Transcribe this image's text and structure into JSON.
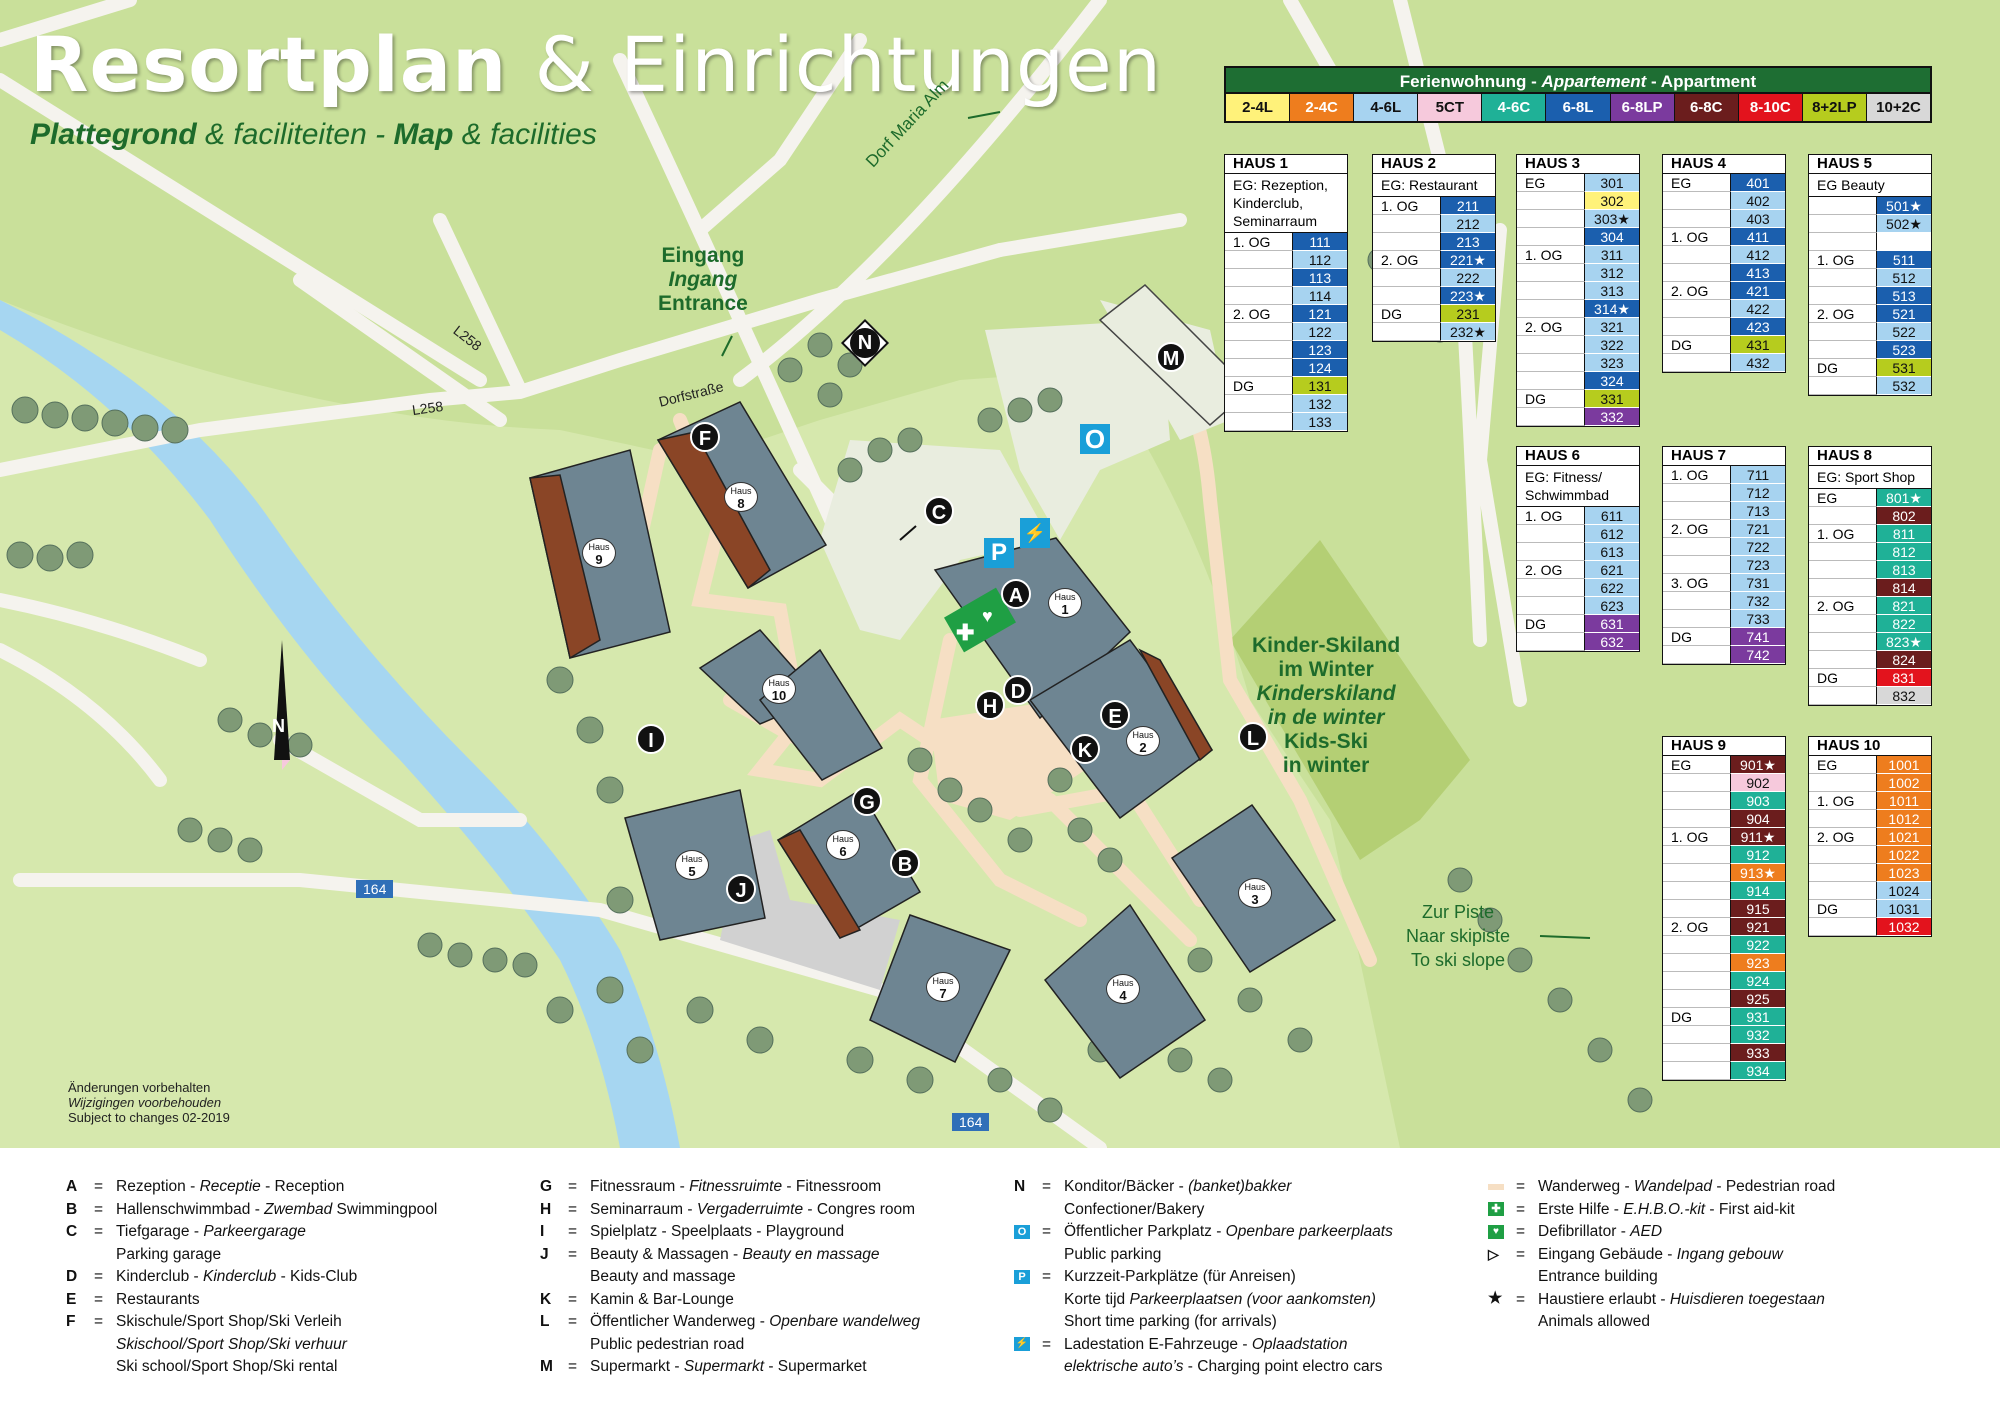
{
  "title": {
    "bold": "Resortplan",
    "light": "& Einrichtungen"
  },
  "subtitle": {
    "p1": "Plattegrond",
    "p2": "& faciliteiten - ",
    "p3": "Map",
    "p4": "& facilities"
  },
  "labels": {
    "entrance": [
      "Eingang",
      "Ingang",
      "Entrance"
    ],
    "dorf": "Dorf Maria Alm",
    "dorfstrasse": "Dorfstraße",
    "l258a": "L258",
    "l258b": "L258",
    "road164a": "164",
    "road164b": "164",
    "kids": [
      "Kinder-Skiland",
      "im Winter",
      "Kinderskiland",
      "in de winter",
      "Kids-Ski",
      "in winter"
    ],
    "piste": [
      "Zur Piste",
      "Naar skipiste",
      "To ski slope"
    ],
    "changes": [
      "Änderungen vorbehalten",
      "Wijzigingen voorbehouden",
      "Subject to changes 02-2019"
    ],
    "compass": "N",
    "haus_prefix": "Haus"
  },
  "markers": [
    "A",
    "B",
    "C",
    "D",
    "E",
    "F",
    "G",
    "H",
    "I",
    "J",
    "K",
    "L",
    "M",
    "N",
    "O",
    "P"
  ],
  "houses": [
    "1",
    "2",
    "3",
    "4",
    "5",
    "6",
    "7",
    "8",
    "9",
    "10"
  ],
  "ferien": {
    "header": [
      "Ferienwohnung - ",
      "Appartement",
      " - Appartment"
    ],
    "types": [
      {
        "label": "2-4L",
        "color": "#fff27a",
        "text": "#111"
      },
      {
        "label": "2-4C",
        "color": "#ee7d1e",
        "text": "#fff"
      },
      {
        "label": "4-6L",
        "color": "#a7d3f0",
        "text": "#111"
      },
      {
        "label": "5CT",
        "color": "#f6c9dc",
        "text": "#111"
      },
      {
        "label": "4-6C",
        "color": "#1fb197",
        "text": "#fff"
      },
      {
        "label": "6-8L",
        "color": "#1b5fae",
        "text": "#fff"
      },
      {
        "label": "6-8LP",
        "color": "#7b3a9e",
        "text": "#fff"
      },
      {
        "label": "6-8C",
        "color": "#6b1d1d",
        "text": "#fff"
      },
      {
        "label": "8-10C",
        "color": "#e3131d",
        "text": "#fff"
      },
      {
        "label": "8+2LP",
        "color": "#b6cc1e",
        "text": "#111"
      },
      {
        "label": "10+2C",
        "color": "#d8d8d8",
        "text": "#111"
      }
    ]
  },
  "haus_tables": [
    {
      "title": "HAUS 1",
      "note": "EG: Rezeption, Kinderclub, Seminarraum",
      "rows": [
        [
          "1. OG",
          "111",
          "6-8L"
        ],
        [
          "",
          "112",
          "4-6L"
        ],
        [
          "",
          "113",
          "6-8L"
        ],
        [
          "",
          "114",
          "4-6L"
        ],
        [
          "2. OG",
          "121",
          "6-8L"
        ],
        [
          "",
          "122",
          "4-6L"
        ],
        [
          "",
          "123",
          "6-8L"
        ],
        [
          "",
          "124",
          "6-8L"
        ],
        [
          "DG",
          "131",
          "8+2LP"
        ],
        [
          "",
          "132",
          "4-6L"
        ],
        [
          "",
          "133",
          "4-6L"
        ]
      ]
    },
    {
      "title": "HAUS 2",
      "note": "EG: Restaurant",
      "rows": [
        [
          "1. OG",
          "211",
          "6-8L"
        ],
        [
          "",
          "212",
          "4-6L"
        ],
        [
          "",
          "213",
          "6-8L"
        ],
        [
          "2. OG",
          "221★",
          "6-8L"
        ],
        [
          "",
          "222",
          "4-6L"
        ],
        [
          "",
          "223★",
          "6-8L"
        ],
        [
          "DG",
          "231",
          "8+2LP"
        ],
        [
          "",
          "232★",
          "4-6L"
        ]
      ]
    },
    {
      "title": "HAUS 3",
      "note": "",
      "rows": [
        [
          "EG",
          "301",
          "4-6L"
        ],
        [
          "",
          "302",
          "2-4L"
        ],
        [
          "",
          "303★",
          "4-6L"
        ],
        [
          "",
          "304",
          "6-8L"
        ],
        [
          "1. OG",
          "311",
          "4-6L"
        ],
        [
          "",
          "312",
          "4-6L"
        ],
        [
          "",
          "313",
          "4-6L"
        ],
        [
          "",
          "314★",
          "6-8L"
        ],
        [
          "2. OG",
          "321",
          "4-6L"
        ],
        [
          "",
          "322",
          "4-6L"
        ],
        [
          "",
          "323",
          "4-6L"
        ],
        [
          "",
          "324",
          "6-8L"
        ],
        [
          "DG",
          "331",
          "8+2LP"
        ],
        [
          "",
          "332",
          "6-8LP"
        ]
      ]
    },
    {
      "title": "HAUS 4",
      "note": "",
      "rows": [
        [
          "EG",
          "401",
          "6-8L"
        ],
        [
          "",
          "402",
          "4-6L"
        ],
        [
          "",
          "403",
          "4-6L"
        ],
        [
          "1. OG",
          "411",
          "6-8L"
        ],
        [
          "",
          "412",
          "4-6L"
        ],
        [
          "",
          "413",
          "6-8L"
        ],
        [
          "2. OG",
          "421",
          "6-8L"
        ],
        [
          "",
          "422",
          "4-6L"
        ],
        [
          "",
          "423",
          "6-8L"
        ],
        [
          "DG",
          "431",
          "8+2LP"
        ],
        [
          "",
          "432",
          "4-6L"
        ]
      ]
    },
    {
      "title": "HAUS 5",
      "note": "EG Beauty",
      "rows": [
        [
          "",
          "501★",
          "6-8L"
        ],
        [
          "",
          "502★",
          "4-6L"
        ],
        [
          "",
          "",
          ""
        ],
        [
          "1. OG",
          "511",
          "6-8L"
        ],
        [
          "",
          "512",
          "4-6L"
        ],
        [
          "",
          "513",
          "6-8L"
        ],
        [
          "2. OG",
          "521",
          "6-8L"
        ],
        [
          "",
          "522",
          "4-6L"
        ],
        [
          "",
          "523",
          "6-8L"
        ],
        [
          "DG",
          "531",
          "8+2LP"
        ],
        [
          "",
          "532",
          "4-6L"
        ]
      ]
    },
    {
      "title": "HAUS 6",
      "note": "EG: Fitness/ Schwimmbad",
      "rows": [
        [
          "1. OG",
          "611",
          "4-6L"
        ],
        [
          "",
          "612",
          "4-6L"
        ],
        [
          "",
          "613",
          "4-6L"
        ],
        [
          "2. OG",
          "621",
          "4-6L"
        ],
        [
          "",
          "622",
          "4-6L"
        ],
        [
          "",
          "623",
          "4-6L"
        ],
        [
          "DG",
          "631",
          "6-8LP"
        ],
        [
          "",
          "632",
          "6-8LP"
        ]
      ]
    },
    {
      "title": "HAUS 7",
      "note": "",
      "rows": [
        [
          "1. OG",
          "711",
          "4-6L"
        ],
        [
          "",
          "712",
          "4-6L"
        ],
        [
          "",
          "713",
          "4-6L"
        ],
        [
          "2. OG",
          "721",
          "4-6L"
        ],
        [
          "",
          "722",
          "4-6L"
        ],
        [
          "",
          "723",
          "4-6L"
        ],
        [
          "3. OG",
          "731",
          "4-6L"
        ],
        [
          "",
          "732",
          "4-6L"
        ],
        [
          "",
          "733",
          "4-6L"
        ],
        [
          "DG",
          "741",
          "6-8LP"
        ],
        [
          "",
          "742",
          "6-8LP"
        ]
      ]
    },
    {
      "title": "HAUS 8",
      "note": "EG: Sport Shop",
      "rows": [
        [
          "EG",
          "801★",
          "4-6C"
        ],
        [
          "",
          "802",
          "6-8C"
        ],
        [
          "1. OG",
          "811",
          "4-6C"
        ],
        [
          "",
          "812",
          "4-6C"
        ],
        [
          "",
          "813",
          "4-6C"
        ],
        [
          "",
          "814",
          "6-8C"
        ],
        [
          "2. OG",
          "821",
          "4-6C"
        ],
        [
          "",
          "822",
          "4-6C"
        ],
        [
          "",
          "823★",
          "4-6C"
        ],
        [
          "",
          "824",
          "6-8C"
        ],
        [
          "DG",
          "831",
          "8-10C"
        ],
        [
          "",
          "832",
          "10+2C"
        ]
      ]
    },
    {
      "title": "HAUS 9",
      "note": "",
      "rows": [
        [
          "EG",
          "901★",
          "6-8C"
        ],
        [
          "",
          "902",
          "5CT"
        ],
        [
          "",
          "903",
          "4-6C"
        ],
        [
          "",
          "904",
          "6-8C"
        ],
        [
          "1. OG",
          "911★",
          "6-8C"
        ],
        [
          "",
          "912",
          "4-6C"
        ],
        [
          "",
          "913★",
          "2-4C"
        ],
        [
          "",
          "914",
          "4-6C"
        ],
        [
          "",
          "915",
          "6-8C"
        ],
        [
          "2. OG",
          "921",
          "6-8C"
        ],
        [
          "",
          "922",
          "4-6C"
        ],
        [
          "",
          "923",
          "2-4C"
        ],
        [
          "",
          "924",
          "4-6C"
        ],
        [
          "",
          "925",
          "6-8C"
        ],
        [
          "DG",
          "931",
          "4-6C"
        ],
        [
          "",
          "932",
          "4-6C"
        ],
        [
          "",
          "933",
          "6-8C"
        ],
        [
          "",
          "934",
          "4-6C"
        ]
      ]
    },
    {
      "title": "HAUS 10",
      "note": "",
      "rows": [
        [
          "EG",
          "1001",
          "2-4C"
        ],
        [
          "",
          "1002",
          "2-4C"
        ],
        [
          "1. OG",
          "1011",
          "2-4C"
        ],
        [
          "",
          "1012",
          "2-4C"
        ],
        [
          "2. OG",
          "1021",
          "2-4C"
        ],
        [
          "",
          "1022",
          "2-4C"
        ],
        [
          "",
          "1023",
          "2-4C"
        ],
        [
          "",
          "1024",
          "4-6L"
        ],
        [
          "DG",
          "1031",
          "4-6L"
        ],
        [
          "",
          "1032",
          "8-10C"
        ]
      ]
    }
  ],
  "legend": [
    [
      {
        "k": "A",
        "lines": [
          [
            "Rezeption - ",
            "Receptie",
            " - Reception"
          ]
        ]
      },
      {
        "k": "B",
        "lines": [
          [
            "Hallenschwimmbad - ",
            "Zwembad",
            "  Swimmingpool"
          ]
        ]
      },
      {
        "k": "C",
        "lines": [
          [
            "Tiefgarage - ",
            "Parkeergarage",
            ""
          ],
          [
            "Parking garage",
            "",
            ""
          ]
        ]
      },
      {
        "k": "D",
        "lines": [
          [
            "Kinderclub - ",
            "Kinderclub",
            " - Kids-Club"
          ]
        ]
      },
      {
        "k": "E",
        "lines": [
          [
            "Restaurants",
            "",
            ""
          ]
        ]
      },
      {
        "k": "F",
        "lines": [
          [
            "Skischule/Sport Shop/Ski Verleih",
            "",
            ""
          ],
          [
            "",
            "Skischool/Sport Shop/Ski verhuur",
            ""
          ],
          [
            "Ski school/Sport Shop/Ski rental",
            "",
            ""
          ]
        ]
      }
    ],
    [
      {
        "k": "G",
        "lines": [
          [
            "Fitnessraum - ",
            "Fitnessruimte",
            " - Fitnessroom"
          ]
        ]
      },
      {
        "k": "H",
        "lines": [
          [
            "Seminarraum - ",
            "Vergaderruimte",
            " - Congres room"
          ]
        ]
      },
      {
        "k": "I",
        "lines": [
          [
            "Spielplatz - Speelplaats - Playground",
            "",
            ""
          ]
        ]
      },
      {
        "k": "J",
        "lines": [
          [
            "Beauty & Massagen - ",
            "Beauty en massage",
            ""
          ],
          [
            "Beauty and massage",
            "",
            ""
          ]
        ]
      },
      {
        "k": "K",
        "lines": [
          [
            "Kamin & Bar-Lounge",
            "",
            ""
          ]
        ]
      },
      {
        "k": "L",
        "lines": [
          [
            "Öffentlicher Wanderweg - ",
            "Openbare wandelweg",
            ""
          ],
          [
            "Public pedestrian road",
            "",
            ""
          ]
        ]
      },
      {
        "k": "M",
        "lines": [
          [
            "Supermarkt - ",
            "Supermarkt",
            " - Supermarket"
          ]
        ]
      }
    ],
    [
      {
        "k": "N",
        "lines": [
          [
            "Konditor/Bäcker - ",
            "(banket)bakker",
            ""
          ],
          [
            "Confectioner/Bakery",
            "",
            ""
          ]
        ]
      },
      {
        "k": "O",
        "icon": "public-parking-icon",
        "lines": [
          [
            "Öffentlicher Parkplatz - ",
            "Openbare parkeerplaats",
            ""
          ],
          [
            "Public parking",
            "",
            ""
          ]
        ]
      },
      {
        "k": "P",
        "icon": "short-parking-icon",
        "lines": [
          [
            "Kurzzeit-Parkplätze (für Anreisen)",
            "",
            ""
          ],
          [
            "Korte tijd ",
            "Parkeerplaatsen (voor aankomsten)",
            ""
          ],
          [
            "Short time parking (for arrivals)",
            "",
            ""
          ]
        ]
      },
      {
        "k": "",
        "icon": "charging-icon",
        "lines": [
          [
            "Ladestation E-Fahrzeuge - ",
            "Oplaadstation",
            ""
          ],
          [
            "",
            "elektrische auto’s",
            " - Charging point electro cars"
          ]
        ]
      }
    ],
    [
      {
        "k": "",
        "icon": "path-icon",
        "lines": [
          [
            "Wanderweg - ",
            "Wandelpad",
            " - Pedestrian road"
          ]
        ]
      },
      {
        "k": "",
        "icon": "firstaid-icon",
        "lines": [
          [
            "Erste Hilfe - ",
            "E.H.B.O.-kit",
            " - First aid-kit"
          ]
        ]
      },
      {
        "k": "",
        "icon": "aed-icon",
        "lines": [
          [
            "Defibrillator - ",
            "AED",
            ""
          ]
        ]
      },
      {
        "k": "",
        "icon": "entrance-icon",
        "lines": [
          [
            "Eingang Gebäude - ",
            "Ingang gebouw",
            ""
          ],
          [
            "Entrance building",
            "",
            ""
          ]
        ]
      },
      {
        "k": "",
        "icon": "star-icon",
        "lines": [
          [
            "Haustiere erlaubt - ",
            "Huisdieren toegestaan",
            ""
          ],
          [
            "Animals allowed",
            "",
            ""
          ]
        ]
      }
    ]
  ]
}
